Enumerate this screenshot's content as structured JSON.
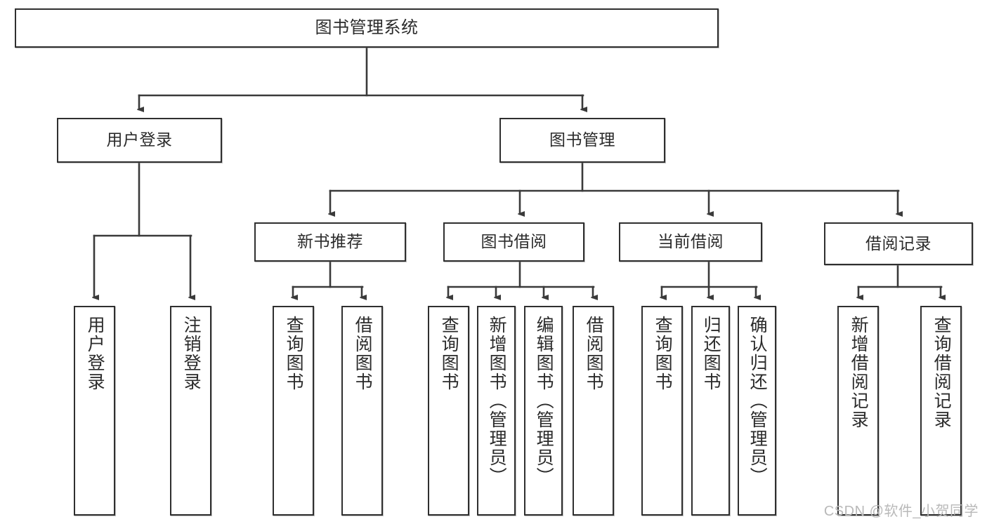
{
  "diagram": {
    "type": "tree",
    "title": "图书管理系统",
    "colors": {
      "border": "#2f2f2f",
      "text": "#2b2b2b",
      "background": "#ffffff",
      "connector": "#3a3a3a",
      "watermark": "#b9b9b9"
    },
    "root": {
      "label": "图书管理系统"
    },
    "level2": [
      {
        "label": "用户登录"
      },
      {
        "label": "图书管理"
      }
    ],
    "level3": [
      {
        "label": "新书推荐"
      },
      {
        "label": "图书借阅"
      },
      {
        "label": "当前借阅"
      },
      {
        "label": "借阅记录"
      }
    ],
    "leaves": {
      "user_login": [
        {
          "label": "用户登录"
        },
        {
          "label": "注销登录"
        }
      ],
      "new_book": [
        {
          "label": "查询图书"
        },
        {
          "label": "借阅图书"
        }
      ],
      "book_borrow": [
        {
          "label": "查询图书"
        },
        {
          "label": "新增图书（管理员）"
        },
        {
          "label": "编辑图书（管理员）"
        },
        {
          "label": "借阅图书"
        }
      ],
      "current_borrow": [
        {
          "label": "查询图书"
        },
        {
          "label": "归还图书"
        },
        {
          "label": "确认归还（管理员）"
        }
      ],
      "borrow_record": [
        {
          "label": "新增借阅记录"
        },
        {
          "label": "查询借阅记录"
        }
      ]
    }
  },
  "watermark": {
    "text": "CSDN @软件_小贺同学"
  }
}
